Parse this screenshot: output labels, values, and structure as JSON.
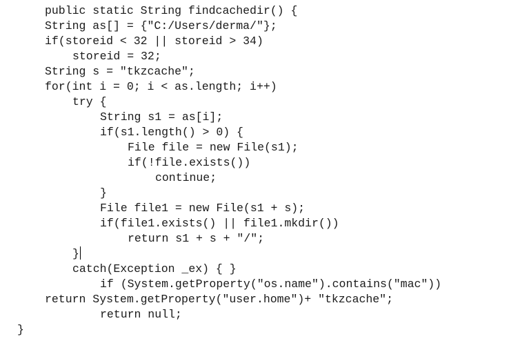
{
  "code_lines": [
    "public static String findcachedir() {",
    "String as[] = {\"C:/Users/derma/\"};",
    "if(storeid < 32 || storeid > 34)",
    "storeid = 32;",
    "String s = \"tkzcache\";",
    "for(int i = 0; i < as.length; i++)",
    "try {",
    "String s1 = as[i];",
    "if(s1.length() > 0) {",
    "File file = new File(s1);",
    "if(!file.exists())",
    "continue;",
    "}",
    "File file1 = new File(s1 + s);",
    "if(file1.exists() || file1.mkdir())",
    "return s1 + s + \"/\";",
    "}",
    "catch(Exception _ex) { }",
    "if (System.getProperty(\"os.name\").contains(\"mac\"))",
    "return System.getProperty(\"user.home\")+ \"tkzcache\";",
    "return null;",
    "}"
  ]
}
